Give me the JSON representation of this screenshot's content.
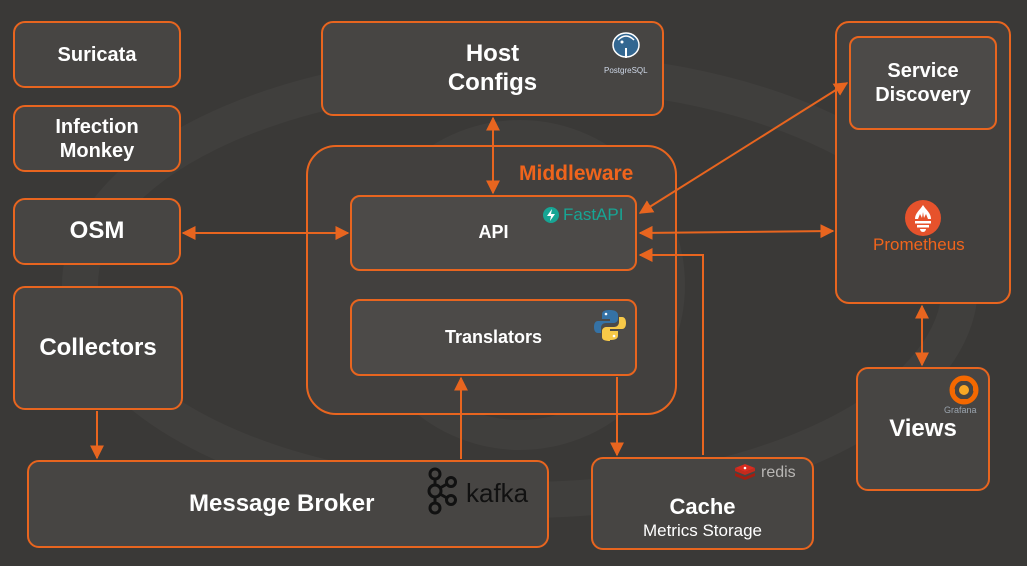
{
  "boxes": {
    "suricata": "Suricata",
    "infection_monkey": "Infection Monkey",
    "osm": "OSM",
    "collectors": "Collectors",
    "host_configs": "Host Configs",
    "middleware_title": "Middleware",
    "api": "API",
    "translators": "Translators",
    "service_discovery": "Service Discovery",
    "views": "Views",
    "message_broker": "Message Broker",
    "cache": "Cache",
    "cache_sub": "Metrics Storage"
  },
  "logos": {
    "postgresql": "PostgreSQL",
    "fastapi": "FastAPI",
    "prometheus": "Prometheus",
    "grafana": "Grafana",
    "kafka": "kafka",
    "redis": "redis",
    "python": "python-icon"
  },
  "colors": {
    "accent": "#e8651f",
    "background": "#3a3937",
    "box_fill": "#474543",
    "text": "#ffffff",
    "fastapi": "#17a594",
    "postgres": "#336791"
  }
}
